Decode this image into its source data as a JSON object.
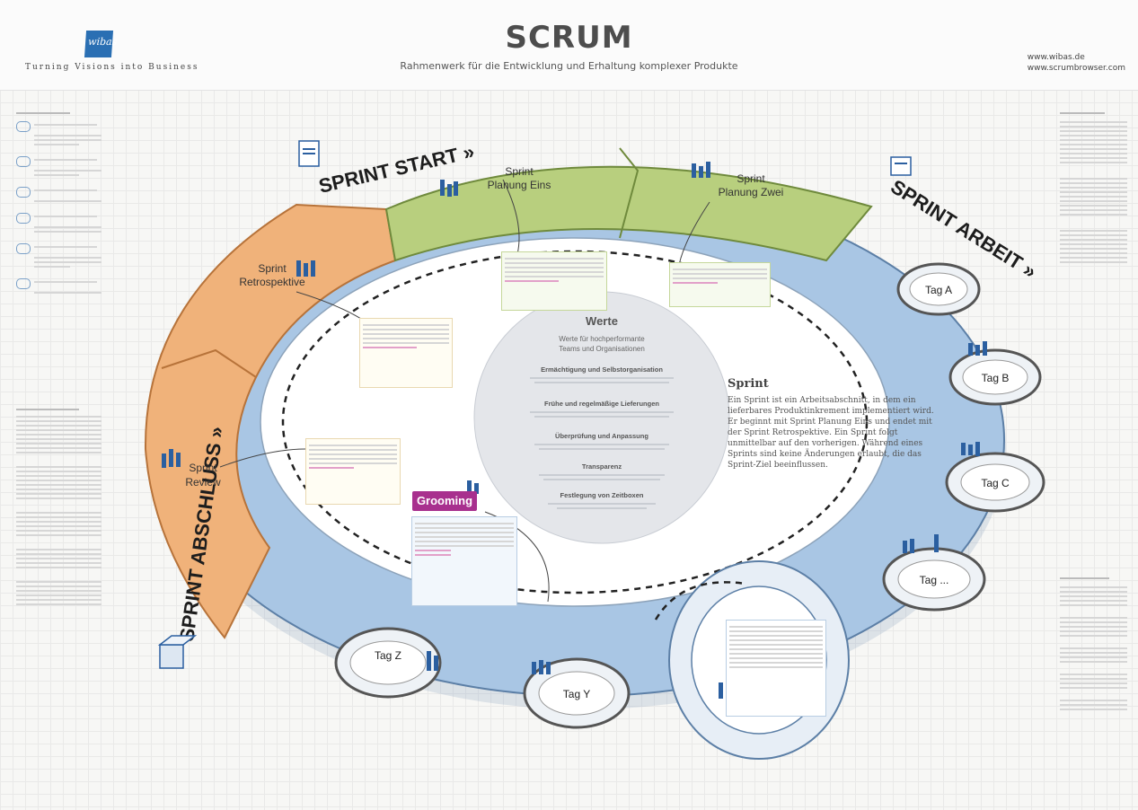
{
  "header": {
    "logo_text": "wibas",
    "tagline": "Turning Visions into Business",
    "title": "SCRUM",
    "subtitle": "Rahmenwerk für die Entwicklung und Erhaltung komplexer Produkte",
    "url1": "www.wibas.de",
    "url2": "www.scrumbrowser.com"
  },
  "phases": {
    "start": "SPRINT START »",
    "arbeit": "SPRINT ARBEIT »",
    "abschluss": "SPRINT ABSCHLUSS »"
  },
  "events": {
    "planung_eins_1": "Sprint",
    "planung_eins_2": "Planung Eins",
    "planung_zwei_1": "Sprint",
    "planung_zwei_2": "Planung Zwei",
    "retro_1": "Sprint",
    "retro_2": "Retrospektive",
    "review_1": "Sprint",
    "review_2": "Review"
  },
  "days": {
    "a": "Tag A",
    "b": "Tag B",
    "c": "Tag C",
    "dots": "Tag ...",
    "y": "Tag Y",
    "z": "Tag Z"
  },
  "center": {
    "title": "Werte",
    "subtitle1": "Werte für hochperformante",
    "subtitle2": "Teams und Organisationen",
    "v1": "Ermächtigung und Selbstorganisation",
    "v2": "Frühe und regelmäßige Lieferungen",
    "v3": "Überprüfung und Anpassung",
    "v4": "Transparenz",
    "v5": "Festlegung von Zeitboxen"
  },
  "grooming": "Grooming",
  "sprint_box": {
    "title": "Sprint",
    "text": "Ein Sprint ist ein Arbeitsabschnitt, in dem ein lieferbares Produktinkrement implementiert wird. Er beginnt mit Sprint Planung Eins und endet mit der Sprint Retrospektive. Ein Sprint folgt unmittelbar auf den vorherigen. Während eines Sprints sind keine Änderungen erlaubt, die das Sprint-Ziel beeinflussen."
  },
  "colors": {
    "green": "#b8cf7e",
    "orange": "#f0b27a",
    "blue": "#a9c6e4",
    "purple": "#a8308e",
    "dark": "#3a3a3a"
  }
}
